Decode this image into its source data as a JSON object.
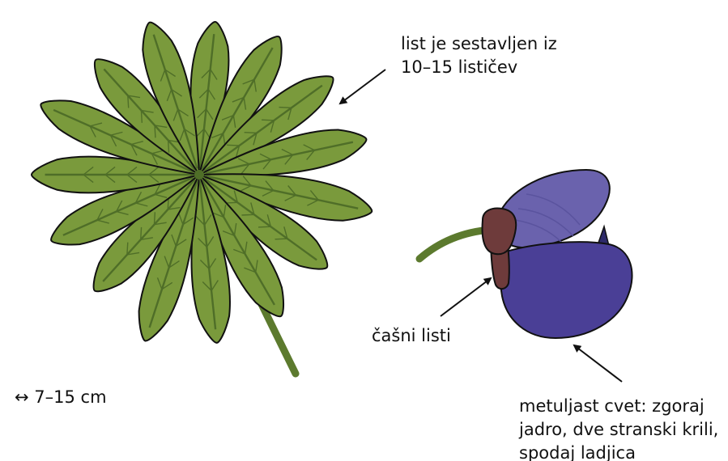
{
  "annotations": {
    "leaf": "list je sestavljen iz\n10–15 lističev",
    "sepals": "čašni listi",
    "flower": "metuljast cvet: zgoraj\njadro, dve stranski krili,\nspodaj ladjica",
    "scale": "↔ 7–15 cm"
  },
  "colors": {
    "leaflet_fill": "#7a9a3c",
    "leaflet_vein": "#4f6e28",
    "stem": "#5c7a2e",
    "petal_upper": "#6a62ad",
    "petal_lower": "#4a3f96",
    "sepal": "#6e3b3b",
    "outline": "#111111"
  },
  "leaf": {
    "leaflet_count": 15
  }
}
